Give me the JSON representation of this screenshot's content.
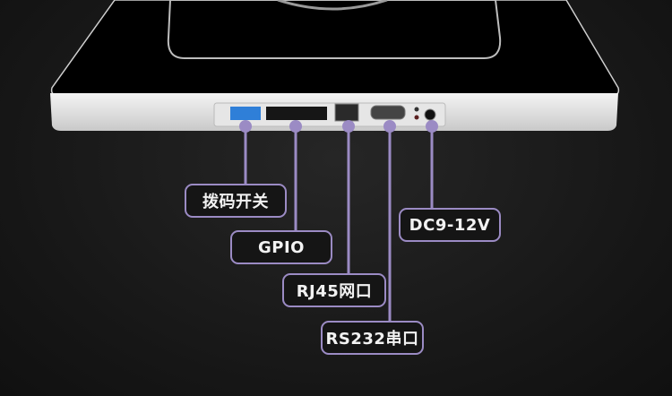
{
  "accent_color": "#9b8bc4",
  "callouts": [
    {
      "id": "dip-switch",
      "label": "拨码开关"
    },
    {
      "id": "gpio",
      "label": "GPIO"
    },
    {
      "id": "rj45",
      "label": "RJ45网口"
    },
    {
      "id": "rs232",
      "label": "RS232串口"
    },
    {
      "id": "dc-power",
      "label": "DC9-12V"
    }
  ]
}
